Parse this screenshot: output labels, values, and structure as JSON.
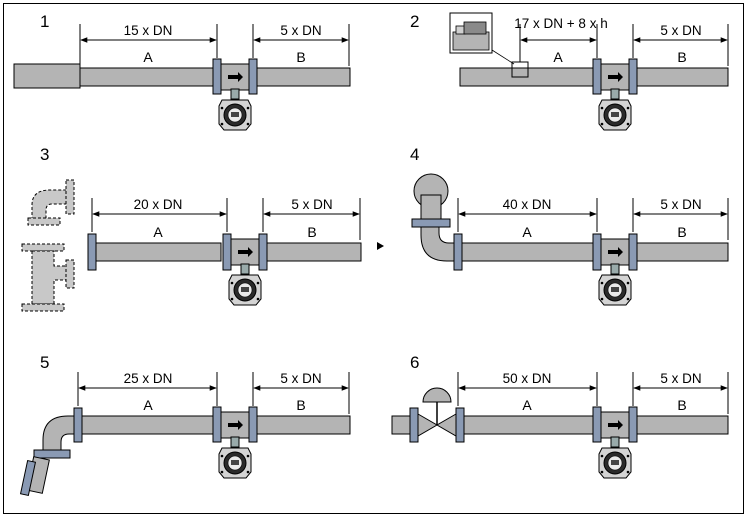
{
  "panels": [
    {
      "number": "1",
      "upstream": "15 x DN",
      "downstream": "5 x DN",
      "label_a": "A",
      "label_b": "B"
    },
    {
      "number": "2",
      "upstream": "17 x DN + 8 x h",
      "downstream": "5 x DN",
      "label_a": "A",
      "label_b": "B"
    },
    {
      "number": "3",
      "upstream": "20 x DN",
      "downstream": "5 x DN",
      "label_a": "A",
      "label_b": "B"
    },
    {
      "number": "4",
      "upstream": "40 x DN",
      "downstream": "5 x DN",
      "label_a": "A",
      "label_b": "B"
    },
    {
      "number": "5",
      "upstream": "25 x DN",
      "downstream": "5 x DN",
      "label_a": "A",
      "label_b": "B"
    },
    {
      "number": "6",
      "upstream": "50 x DN",
      "downstream": "5 x DN",
      "label_a": "A",
      "label_b": "B"
    }
  ],
  "colors": {
    "pipe": "#b4b4b4",
    "flange": "#8a9ab4",
    "dashed_fitting": "#c8c8c8",
    "outline": "#000000"
  }
}
